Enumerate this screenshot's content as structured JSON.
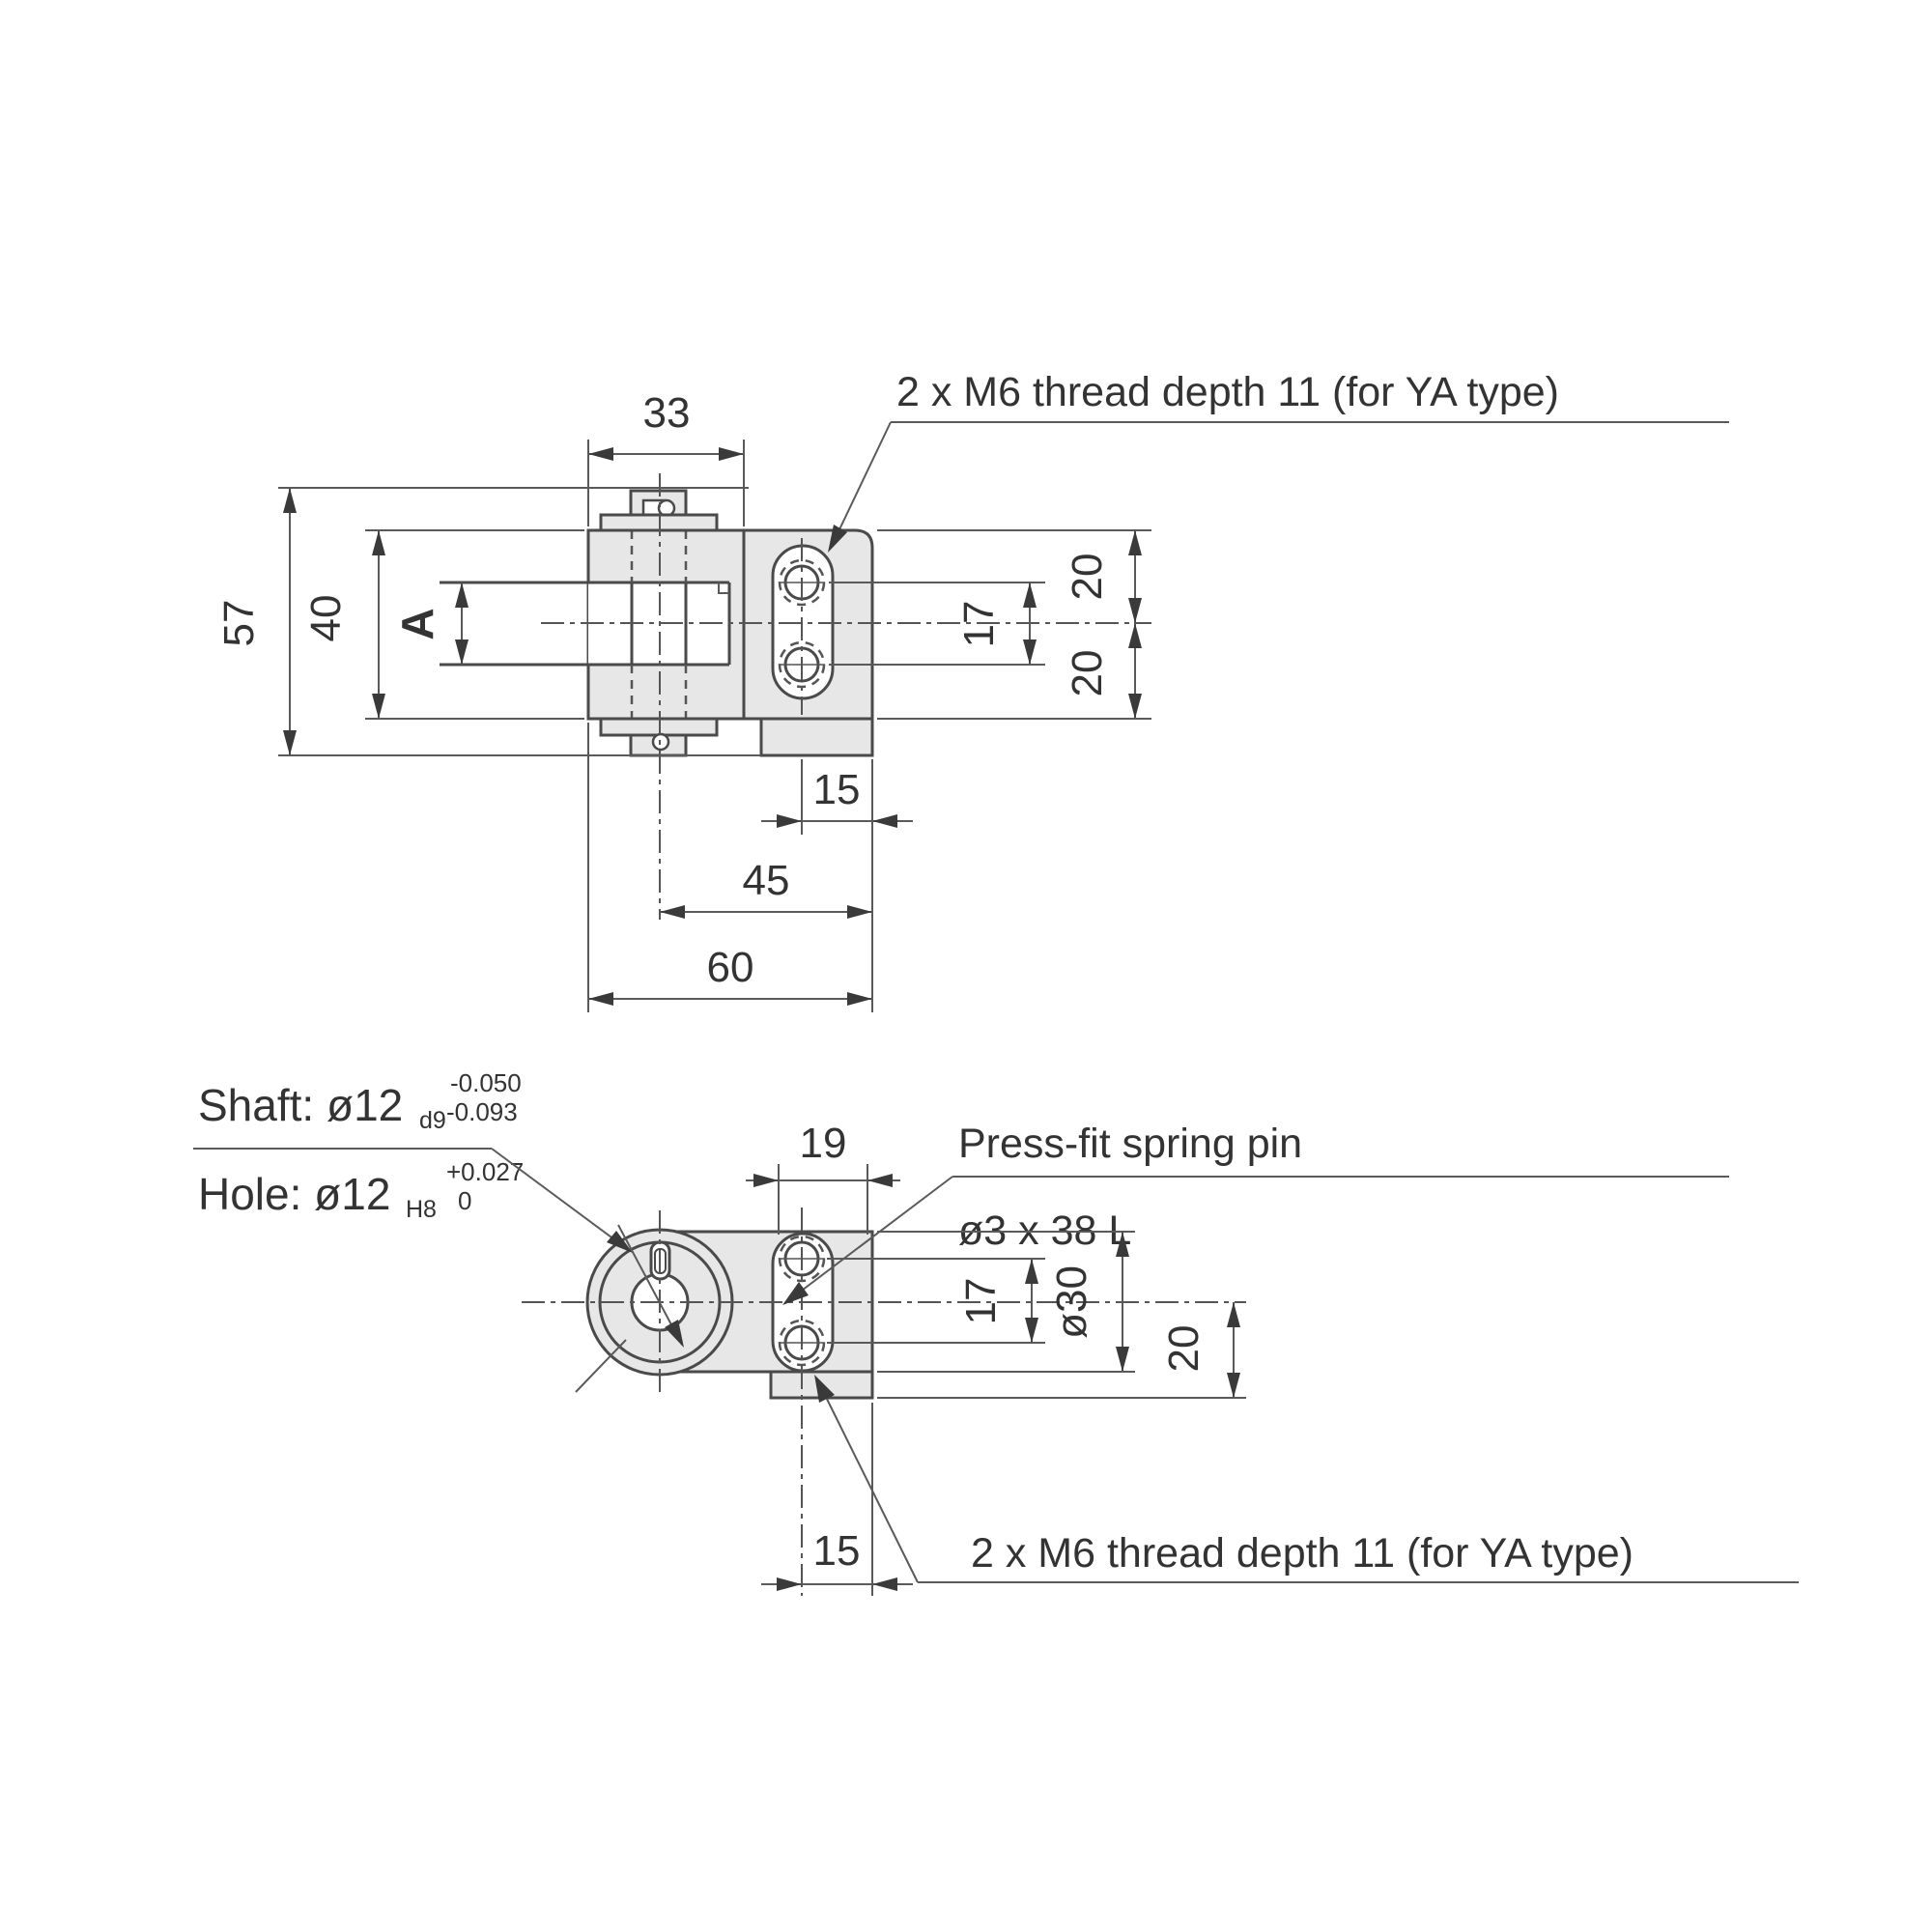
{
  "drawing": {
    "type": "engineering-dimension-drawing",
    "views": [
      "top-view",
      "bottom-view"
    ],
    "colors": {
      "line": "#4a4a4a",
      "part_fill": "#e7e7e7",
      "text": "#333333",
      "background": "#ffffff"
    },
    "top_view": {
      "dim_width_33": "33",
      "m6_note": "2 x M6 thread depth 11 (for YA type)",
      "dim_height_57": "57",
      "dim_height_40": "40",
      "dim_rod_A": "A",
      "dim_right_20_top": "20",
      "dim_right_17": "17",
      "dim_right_20_bottom": "20",
      "dim_offset_15": "15",
      "dim_pin_to_edge_45": "45",
      "dim_total_60": "60"
    },
    "bottom_view": {
      "shaft_label": "Shaft: ø12",
      "shaft_fit": "d9",
      "shaft_tol_upper": "-0.050",
      "shaft_tol_lower": "-0.093",
      "hole_label": "Hole: ø12",
      "hole_fit": "H8",
      "hole_tol_upper": "+0.027",
      "hole_tol_lower": "0",
      "dim_width_19": "19",
      "springpin_note_line1": "Press-fit spring pin",
      "springpin_note_line2": "ø3 x 38 L",
      "dim_right_17": "17",
      "dim_dia_30": "ø30",
      "dim_right_20": "20",
      "dim_offset_15": "15",
      "m6_note": "2 x M6 thread depth 11 (for YA type)"
    }
  }
}
